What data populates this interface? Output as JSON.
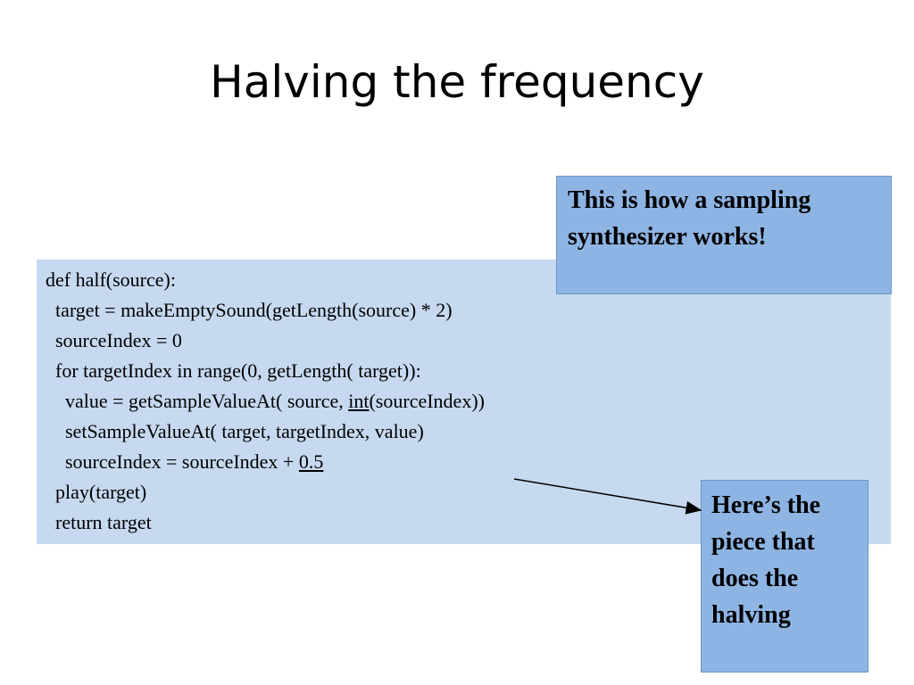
{
  "slide": {
    "title": "Halving the frequency"
  },
  "code": {
    "lines": [
      {
        "indent": "",
        "parts": [
          {
            "text": "def half(source):"
          }
        ]
      },
      {
        "indent": "  ",
        "parts": [
          {
            "text": "target = makeEmptySound(getLength(source) * 2)"
          }
        ]
      },
      {
        "indent": "  ",
        "parts": [
          {
            "text": "sourceIndex = 0"
          }
        ]
      },
      {
        "indent": "  ",
        "parts": [
          {
            "text": "for targetIndex in range(0, getLength( target)):"
          }
        ]
      },
      {
        "indent": "    ",
        "parts": [
          {
            "text": "value = getSampleValueAt( source, "
          },
          {
            "text": "int",
            "underline": true
          },
          {
            "text": "(sourceIndex))"
          }
        ]
      },
      {
        "indent": "    ",
        "parts": [
          {
            "text": "setSampleValueAt( target, targetIndex, value)"
          }
        ]
      },
      {
        "indent": "    ",
        "parts": [
          {
            "text": "sourceIndex = sourceIndex + "
          },
          {
            "text": "0.5",
            "underline": true
          }
        ]
      },
      {
        "indent": "  ",
        "parts": [
          {
            "text": "play(target)"
          }
        ]
      },
      {
        "indent": "  ",
        "parts": [
          {
            "text": "return target"
          }
        ]
      }
    ]
  },
  "callouts": {
    "top": "This is how a sampling synthesizer works!",
    "bottom": "Here’s the piece that does the halving"
  },
  "colors": {
    "code_background": "#c6d9f1",
    "callout_background": "#8eb4e3"
  }
}
